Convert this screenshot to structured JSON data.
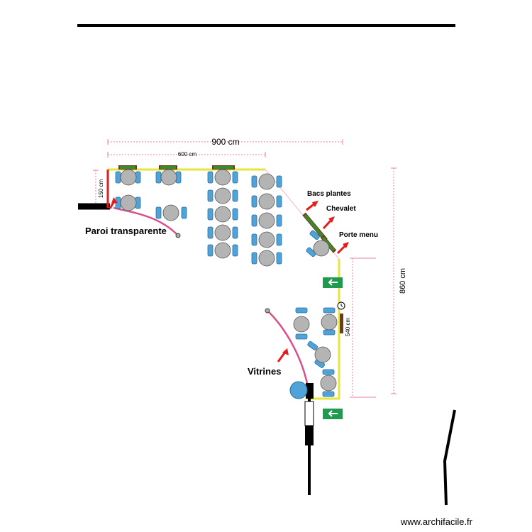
{
  "plan": {
    "dimensions": {
      "overall_width": "900 cm",
      "inner_width": "600 cm",
      "left_depth": "150 cm",
      "overall_height": "860 cm",
      "right_depth": "540 cm"
    },
    "labels": {
      "transparent_wall": "Paroi transparente",
      "planters": "Bacs plantes",
      "easel": "Chevalet",
      "menu_holder": "Porte menu",
      "showcases": "Vitrines"
    },
    "watermark": "www.archifacile.fr",
    "colors": {
      "terrace_outline": "#e6e63c",
      "wall": "#000000",
      "table": "#b4b4b4",
      "chair": "#4fa3d9",
      "arrow": "#e51c1c",
      "vitrine": "#d94f8a",
      "exit_sign": "#1f9a4e"
    },
    "icons": [
      "exit-arrow-icon",
      "clock-icon",
      "round-table-icon",
      "chair-icon",
      "planter-icon",
      "pointer-arrow-icon"
    ]
  }
}
